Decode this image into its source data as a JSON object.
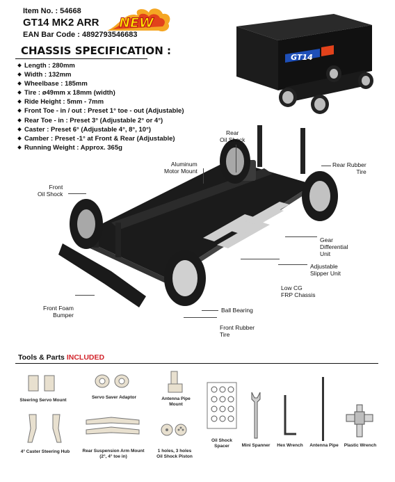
{
  "header": {
    "item_no": "Item No. : 54668",
    "model": "GT14 MK2 ARR",
    "badge": "NEW",
    "ean": "EAN Bar Code : 4892793546683"
  },
  "chassis_spec": {
    "title": "CHASSIS SPECIFICATION :",
    "items": [
      "Length : 280mm",
      "Width : 132mm",
      "Wheelbase : 185mm",
      "Tire : ø49mm x 18mm (width)",
      "Ride Height : 5mm - 7mm",
      "Front Toe - in / out : Preset 1° toe - out (Adjustable)",
      "Rear Toe - in : Preset 3° (Adjustable 2° or 4°)",
      "Caster : Preset 6° (Adjustable 4°, 8°, 10°)",
      "Camber : Preset -1° at Front & Rear (Adjustable)",
      "Running Weight : Approx. 365g"
    ]
  },
  "box_logo": "GT14",
  "callouts": {
    "rear_oil_shock": "Rear\nOil Shock",
    "aluminum_motor_mount": "Aluminum\nMotor Mount",
    "rear_rubber_tire": "Rear Rubber\nTire",
    "front_oil_shock": "Front\nOil Shock",
    "gear_differential": "Gear\nDifferential\nUnit",
    "adjustable_slipper": "Adjustable\nSlipper Unit",
    "low_cg_chassis": "Low CG\nFRP Chassis",
    "front_foam_bumper": "Front Foam\nBumper",
    "ball_bearing": "Ball Bearing",
    "front_rubber_tire": "Front Rubber\nTire"
  },
  "tools": {
    "title": "Tools & Parts ",
    "title_highlight": "INCLUDED",
    "parts": {
      "steering_servo_mount": "Steering Servo Mount",
      "servo_saver_adaptor": "Servo Saver Adaptor",
      "antenna_pipe_mount": "Antenna Pipe\nMount",
      "caster_steering_hub": "4° Caster Steering Hub",
      "rear_suspension_arm_mount": "Rear Suspension Arm Mount\n(2°, 4° toe in)",
      "oil_shock_piston": "1 holes, 3 holes\nOil Shock Piston",
      "oil_shock_spacer": "Oil Shock\nSpacer",
      "mini_spanner": "Mini Spanner",
      "hex_wrench": "Hex Wrench",
      "antenna_pipe": "Antenna Pipe",
      "plastic_wrench": "Plastic Wrench"
    }
  },
  "colors": {
    "accent_red": "#d2232a",
    "flame_orange": "#f5a623",
    "box_black": "#161616"
  }
}
